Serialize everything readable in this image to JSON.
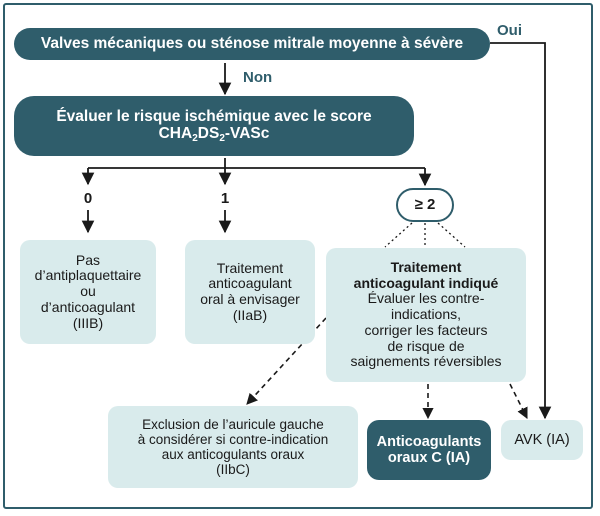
{
  "nodes": {
    "q1": "Valves mécaniques ou sténose mitrale moyenne à sévère",
    "eval_line1": "Évaluer le risque ischémique avec le score",
    "eval_score": {
      "a": "CHA",
      "sub1": "2",
      "b": "DS",
      "sub2": "2",
      "c": "-VASc"
    },
    "ge2": "≥ 2",
    "pas": "Pas\nd’antiplaquettaire\nou\nd’anticoagulant\n(IIIB)",
    "traitement_oral": "Traitement\nanticoagulant\noral à envisager\n(IIaB)",
    "indique_title": "Traitement\nanticoagulant indiqué",
    "indique_body": "Évaluer les contre-\nindications,\ncorriger les facteurs\nde risque de\nsaignements réversibles",
    "exclusion": "Exclusion de l’auricule gauche\nà considérer si contre-indication\naux anticogulants oraux\n(IIbC)",
    "aco": "Anticoagulants\noraux C (IA)",
    "avk": "AVK (IA)"
  },
  "labels": {
    "oui": "Oui",
    "non": "Non",
    "zero": "0",
    "one": "1"
  },
  "colors": {
    "dark": "#2f5d6b",
    "light": "#d9ebec",
    "frame": "#2f5d6b",
    "arrow": "#1a1a1a"
  }
}
